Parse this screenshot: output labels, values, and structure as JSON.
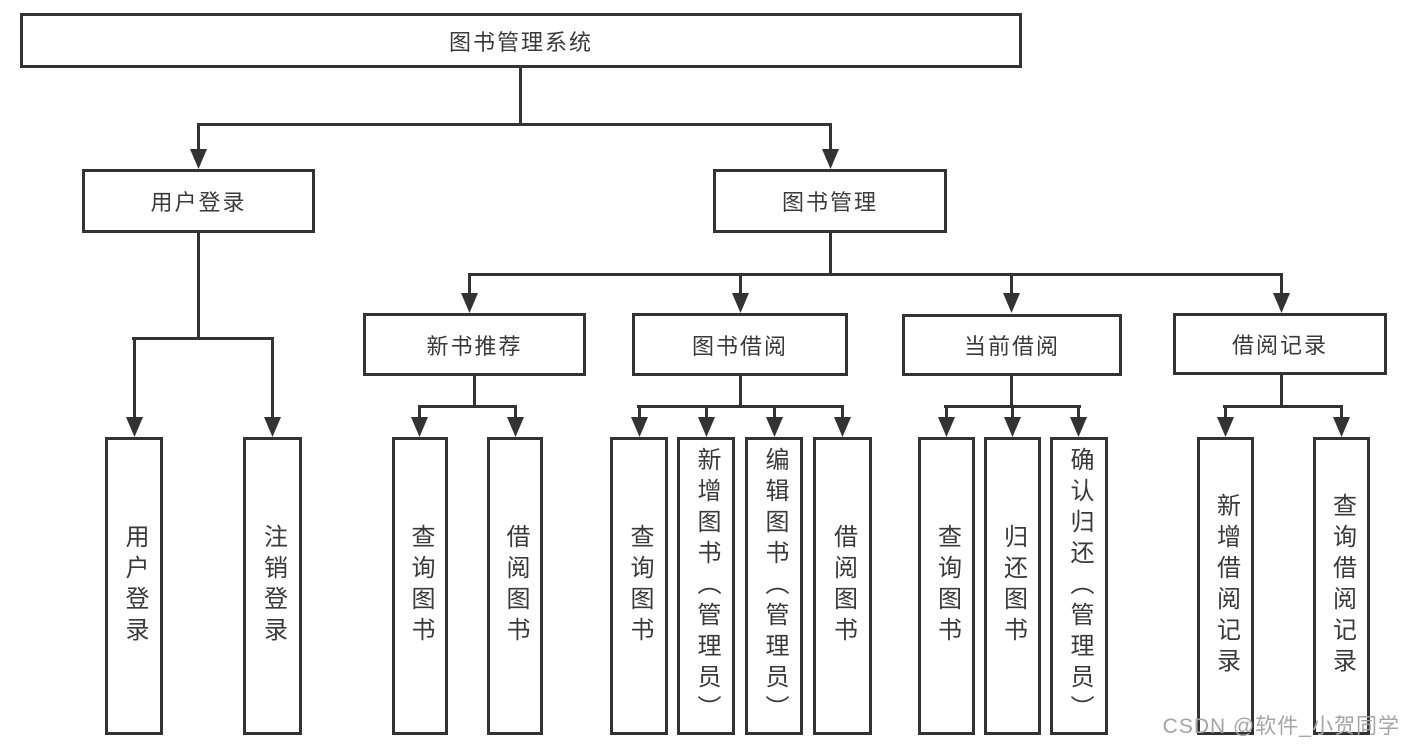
{
  "diagram": {
    "title": "图书管理系统",
    "type": "hierarchy-tree",
    "colors": {
      "line": "#333333",
      "box_border": "#333333",
      "text": "#3a3a3a",
      "background": "#ffffff",
      "watermark": "#a5a5a5"
    }
  },
  "tree": {
    "label": "图书管理系统",
    "children": [
      {
        "label": "用户登录",
        "children": [
          {
            "label": "用户登录"
          },
          {
            "label": "注销登录"
          }
        ]
      },
      {
        "label": "图书管理",
        "children": [
          {
            "label": "新书推荐",
            "children": [
              {
                "label": "查询图书"
              },
              {
                "label": "借阅图书"
              }
            ]
          },
          {
            "label": "图书借阅",
            "children": [
              {
                "label": "查询图书"
              },
              {
                "label": "新增图书（管理员）"
              },
              {
                "label": "编辑图书（管理员）"
              },
              {
                "label": "借阅图书"
              }
            ]
          },
          {
            "label": "当前借阅",
            "children": [
              {
                "label": "查询图书"
              },
              {
                "label": "归还图书"
              },
              {
                "label": "确认归还（管理员）"
              }
            ]
          },
          {
            "label": "借阅记录",
            "children": [
              {
                "label": "新增借阅记录"
              },
              {
                "label": "查询借阅记录"
              }
            ]
          }
        ]
      }
    ]
  },
  "watermark": {
    "text": "CSDN @软件_小贺同学"
  }
}
